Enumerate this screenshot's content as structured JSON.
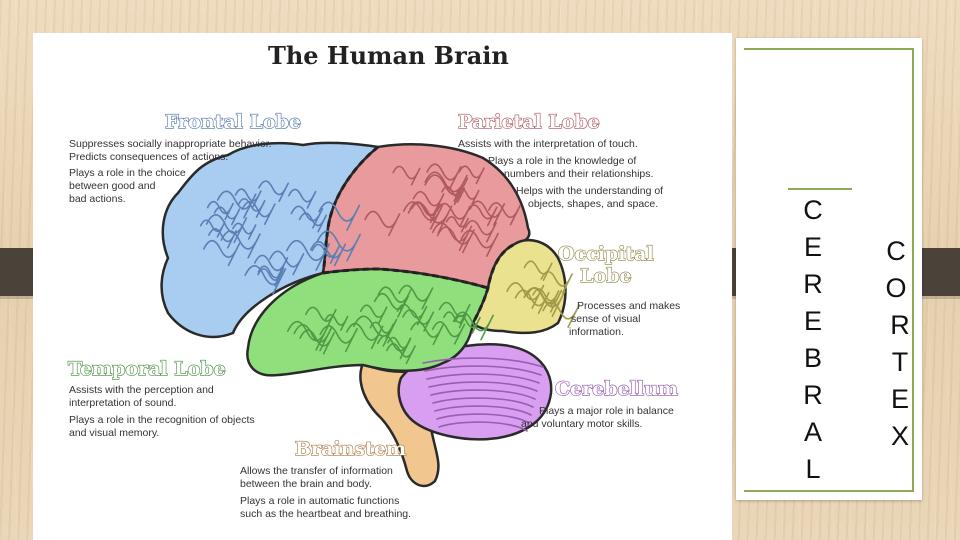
{
  "poster": {
    "title": "The Human Brain",
    "lobes": {
      "frontal": {
        "name": "Frontal Lobe",
        "color": "#a9cdf0",
        "outline": "#5a7fb5",
        "lines": [
          "Suppresses socially inappropriate behavior.",
          "Predicts consequences of actions.",
          "Plays a role in the choice",
          "between good and",
          "bad actions."
        ]
      },
      "parietal": {
        "name": "Parietal Lobe",
        "color": "#e99a9c",
        "outline": "#b05a5f",
        "lines": [
          "Assists with the interpretation of touch.",
          "Plays a role in the knowledge of",
          "numbers and their relationships.",
          "Helps with the understanding of",
          "objects, shapes, and space."
        ]
      },
      "occipital": {
        "name_line1": "Occipital",
        "name_line2": "Lobe",
        "color": "#ebe290",
        "outline": "#a39a4a",
        "lines": [
          "Processes and makes",
          "sense of visual",
          "information."
        ]
      },
      "temporal": {
        "name": "Temporal Lobe",
        "color": "#8fe07c",
        "outline": "#4f9b45",
        "lines": [
          "Assists with the perception and",
          "interpretation of sound.",
          "Plays a role in the recognition of objects",
          "and visual memory."
        ]
      },
      "cerebellum": {
        "name": "Cerebellum",
        "color": "#d89ef0",
        "outline": "#9a5cb4",
        "lines": [
          "Plays a major role in balance",
          "and voluntary motor skills."
        ]
      },
      "brainstem": {
        "name": "Brainstem",
        "color": "#f1c68f",
        "outline": "#b3824a",
        "lines": [
          "Allows the transfer of information",
          "between the brain and body.",
          "Plays a role in automatic functions",
          "such as the heartbeat and breathing."
        ]
      }
    }
  },
  "slide": {
    "word_left": [
      "C",
      "E",
      "R",
      "E",
      "B",
      "R",
      "A",
      "L"
    ],
    "word_right": [
      "C",
      "O",
      "R",
      "T",
      "E",
      "X"
    ],
    "accent": "#8faa52",
    "band_color": "#4b4339"
  }
}
